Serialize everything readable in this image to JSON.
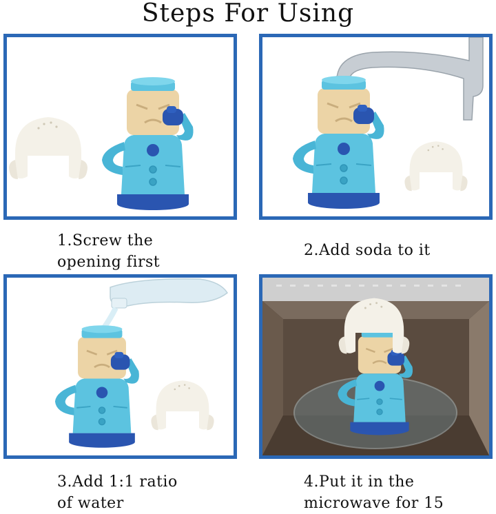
{
  "title": "Steps For Using",
  "steps": [
    {
      "lines": [
        "1.Screw the",
        "opening first"
      ]
    },
    {
      "lines": [
        "2.Add soda to it"
      ]
    },
    {
      "lines": [
        "3.Add 1:1 ratio",
        "of water"
      ]
    },
    {
      "lines": [
        "4.Put it in the",
        "microwave for 15"
      ]
    }
  ],
  "colors": {
    "frame": "#2b68b6",
    "body": "#5cc3e0",
    "face": "#ecd4a6",
    "navy": "#2a55b0",
    "hair": "#f4f1e8"
  }
}
